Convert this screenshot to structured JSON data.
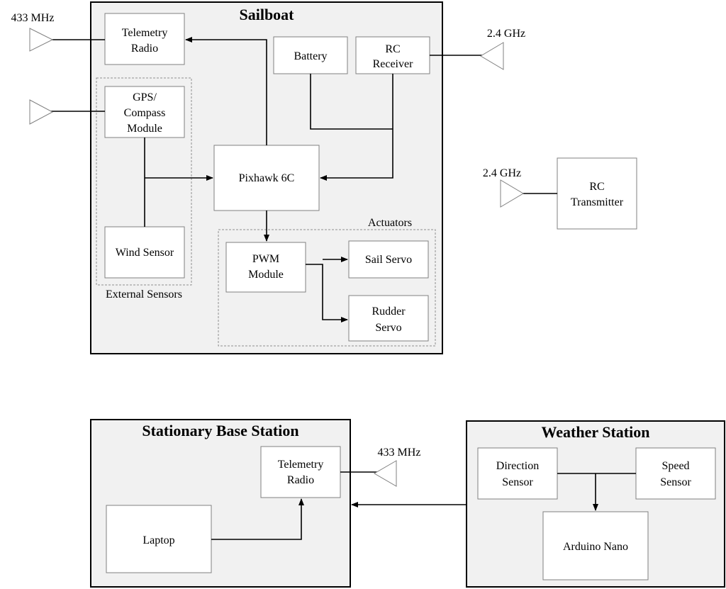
{
  "sailboat": {
    "title": "Sailboat",
    "telemetry_radio": [
      "Telemetry",
      "Radio"
    ],
    "battery": "Battery",
    "rc_receiver": [
      "RC",
      "Receiver"
    ],
    "gps_compass": [
      "GPS/",
      "Compass",
      "Module"
    ],
    "wind_sensor": "Wind Sensor",
    "external_sensors": "External Sensors",
    "pixhawk": "Pixhawk 6C",
    "actuators": "Actuators",
    "pwm_module": [
      "PWM",
      "Module"
    ],
    "sail_servo": "Sail Servo",
    "rudder_servo": [
      "Rudder",
      "Servo"
    ],
    "freq_telemetry": "433 MHz",
    "freq_rc": "2.4 GHz"
  },
  "rc_transmitter": {
    "label": [
      "RC",
      "Transmitter"
    ],
    "freq": "2.4 GHz"
  },
  "base_station": {
    "title": "Stationary Base Station",
    "telemetry_radio": [
      "Telemetry",
      "Radio"
    ],
    "laptop": "Laptop",
    "freq": "433 MHz"
  },
  "weather_station": {
    "title": "Weather Station",
    "direction_sensor": [
      "Direction",
      "Sensor"
    ],
    "speed_sensor": [
      "Speed",
      "Sensor"
    ],
    "arduino": "Arduino Nano"
  }
}
